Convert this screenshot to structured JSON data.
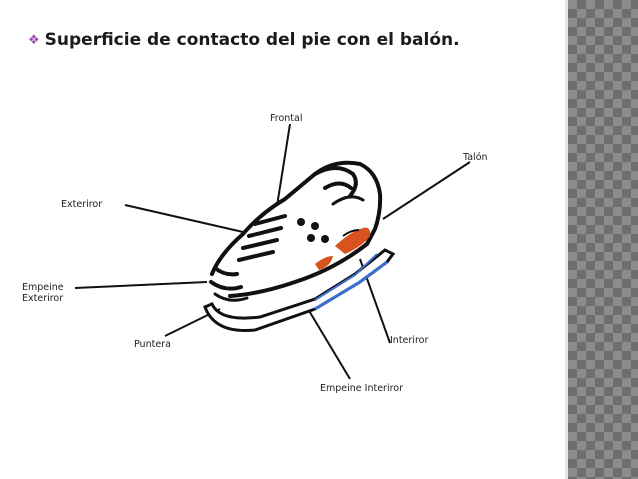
{
  "slide": {
    "title": "Superficie de contacto del pie con el balón.",
    "bullet_icon": "diamond-bullet-icon",
    "accent_color": "#a24ab6"
  },
  "diagram": {
    "labels": {
      "frontal": "Frontal",
      "talon": "Talón",
      "exterior": "Exteriror",
      "empeine_exterior_line1": "Empeine",
      "empeine_exterior_line2": "Exteriror",
      "puntera": "Puntera",
      "interior": "Interiror",
      "empeine_interior": "Empeine Interiror"
    },
    "colors": {
      "outline": "#111111",
      "heel_accent": "#d9531e",
      "sole_accent": "#3b6fd0"
    }
  }
}
